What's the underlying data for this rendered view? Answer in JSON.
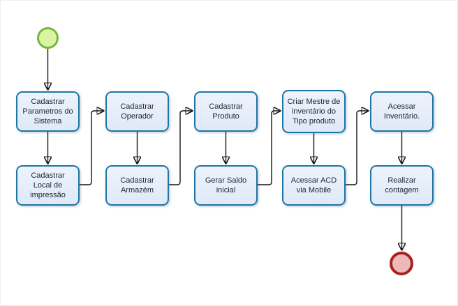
{
  "diagram": {
    "type": "flowchart",
    "colors": {
      "task_fill": "#e6eefa",
      "task_border": "#1d76a5",
      "start_event_fill": "#dcf3a3",
      "start_event_border": "#76b83f",
      "end_event_fill": "#f0b9b9",
      "end_event_border": "#a62222",
      "connector": "#151515",
      "label_text": "#1d2433"
    },
    "top_row": [
      {
        "label": "Cadastrar\nParametros do\nSistema"
      },
      {
        "label": "Cadastrar\nOperador"
      },
      {
        "label": "Cadastrar\nProduto"
      },
      {
        "label": "Criar Mestre de\ninventário  do\nTipo produto"
      },
      {
        "label": "Acessar\nInventário."
      }
    ],
    "bottom_row": [
      {
        "label": "Cadastrar\nLocal de\nimpressão"
      },
      {
        "label": "Cadastrar\nArmazém"
      },
      {
        "label": "Gerar Saldo\ninicial"
      },
      {
        "label": "Acessar ACD\nvia Mobile"
      },
      {
        "label": "Realizar\ncontagem"
      }
    ],
    "sequence": [
      "start-event",
      "Cadastrar Parametros do Sistema",
      "Cadastrar Local de impressão",
      "Cadastrar Operador",
      "Cadastrar Armazém",
      "Cadastrar Produto",
      "Gerar Saldo inicial",
      "Criar Mestre de inventário do Tipo produto",
      "Acessar ACD via Mobile",
      "Acessar Inventário.",
      "Realizar contagem",
      "end-event"
    ]
  }
}
